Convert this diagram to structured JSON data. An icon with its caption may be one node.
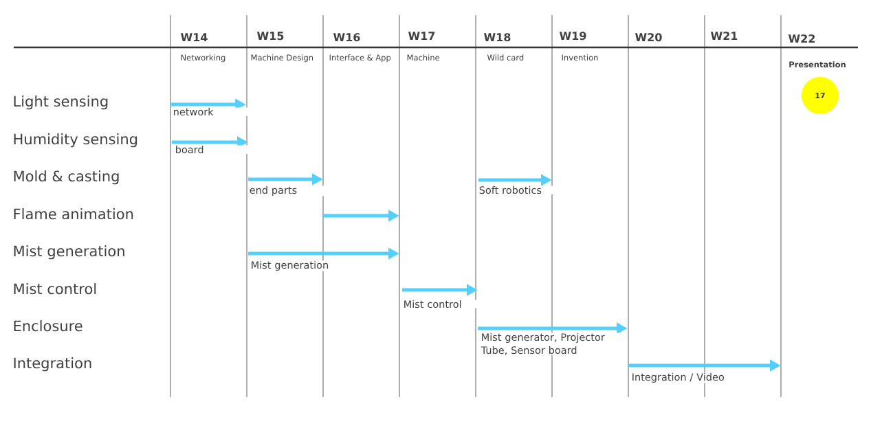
{
  "diagram": {
    "nodes": [
      {
        "text": [
          "Presentation",
          "17"
        ]
      }
    ],
    "labels": [
      "W14",
      "W15",
      "W16",
      "W17",
      "W18",
      "W19",
      "W20",
      "W21",
      "W22",
      "Networking",
      "Machine Design",
      "Interface & App",
      "Machine",
      "Wild card",
      "Invention",
      "Light sensing",
      "network",
      "Humidity sensing",
      "board",
      "Mold & casting",
      "end parts",
      "Soft robotics",
      "Flame animation",
      "Mist generation",
      "Mist generation",
      "Mist control",
      "Mist control",
      "Enclosure",
      "Mist generator, Projector Tube, Sensor board",
      "Integration",
      "Integration / Video"
    ]
  }
}
